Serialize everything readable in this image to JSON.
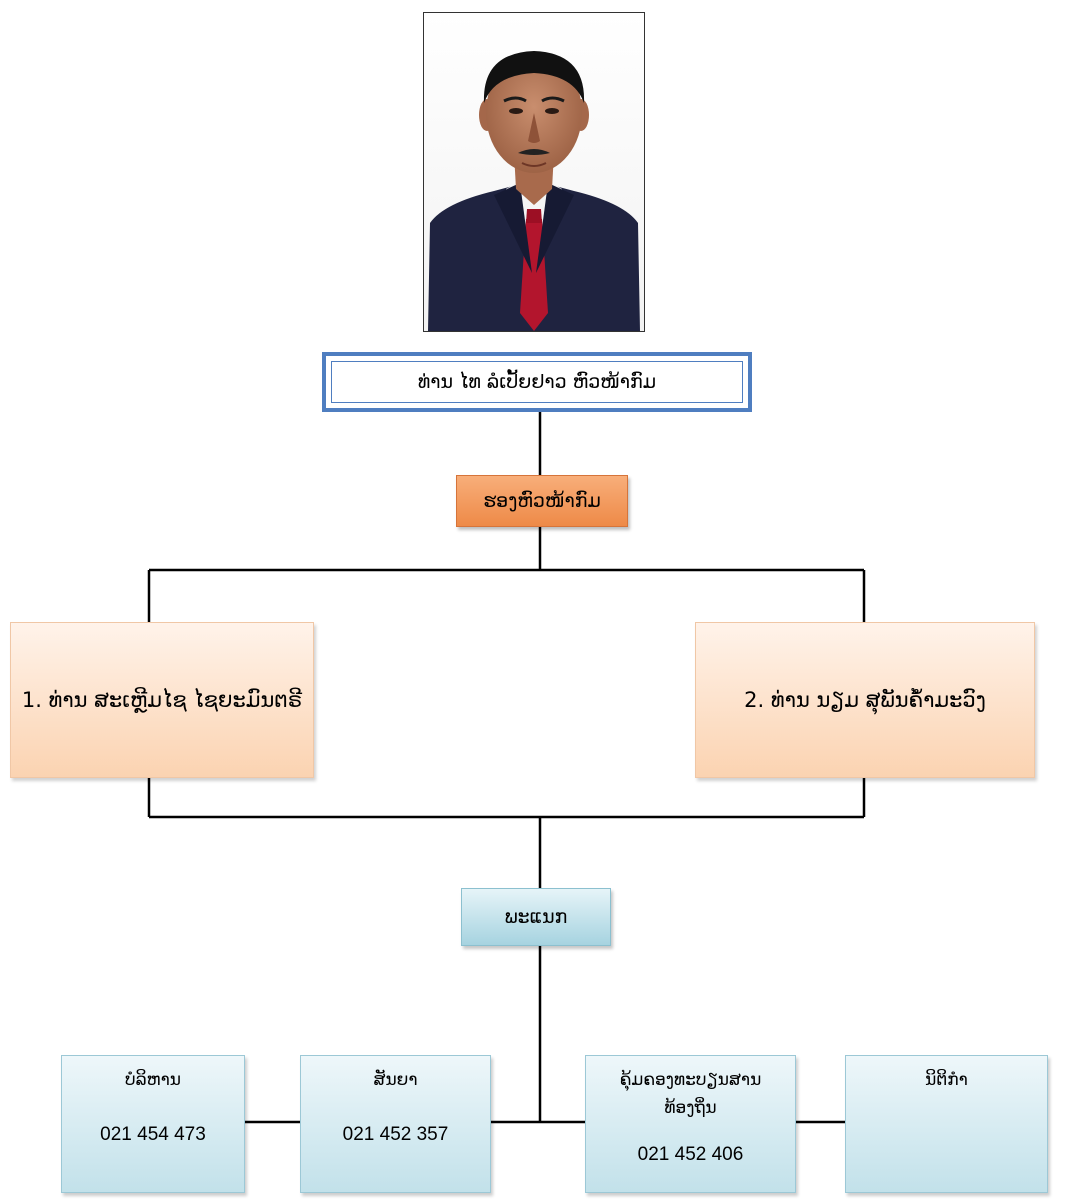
{
  "chief": {
    "name": "ທ່ານ ໄທ ລໍເປັ້ຍຢາວ  ຫົວໜ້າກົມ",
    "photo_icon": "portrait-photo"
  },
  "deputy_head": {
    "label": "ຮອງຫົວໜ້າກົມ"
  },
  "deputies": [
    {
      "label": "1. ທ່ານ ສະເຫຼີມໄຊ ໄຊຍະມົນຕຣີ"
    },
    {
      "label": "2. ທ່ານ ນຽມ ສຸພັນຄໍ້າມະວົງ"
    }
  ],
  "division": {
    "label": "ພະແນກ"
  },
  "units": [
    {
      "name": "ບໍລິຫານ",
      "phone": "021 454 473"
    },
    {
      "name": "ສັນຍາ",
      "phone": "021 452 357"
    },
    {
      "name": "ຄຸ້ມຄອງທະບຽນສານ ທ້ອງຖິ່ນ",
      "phone": "021 452 406"
    },
    {
      "name": "ນິຕິກຳ",
      "phone": ""
    }
  ],
  "colors": {
    "chief_border": "#4f7ec0",
    "deputy_head_fill": "#ee8a48",
    "deputy_fill": "#fbd3b1",
    "division_fill": "#a6d3e0",
    "unit_fill": "#c2e1ea",
    "connector": "#000000"
  }
}
